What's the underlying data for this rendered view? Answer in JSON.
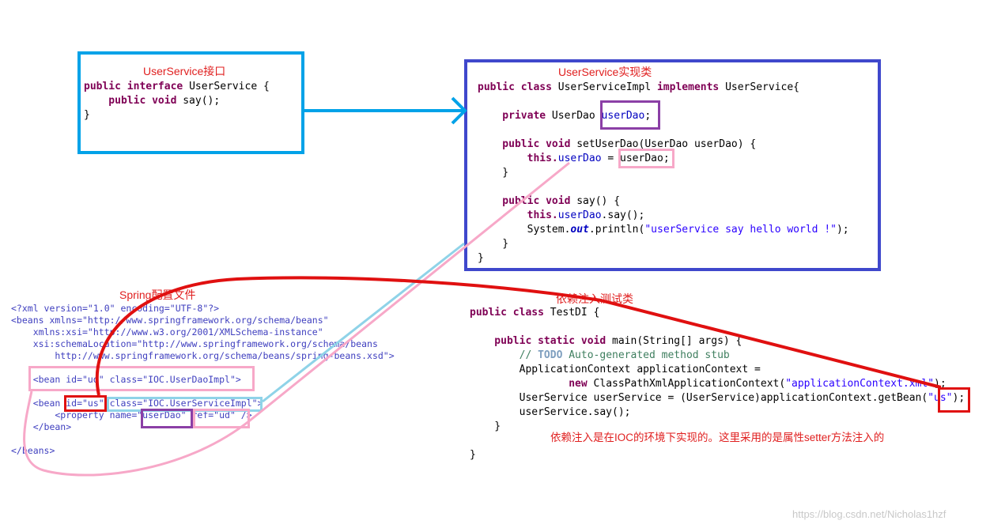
{
  "interface_box": {
    "caption": "UserService接口",
    "lines": [
      {
        "kw": "public interface ",
        "rest": "UserService {"
      },
      {
        "kw": "    public void ",
        "rest": "say();"
      },
      {
        "kw": "",
        "rest": "}"
      }
    ]
  },
  "impl_box": {
    "caption": "UserService实现类",
    "line1_kw1": "public class ",
    "line1_mid": "UserServiceImpl ",
    "line1_kw2": "implements ",
    "line1_rest": "UserService{",
    "field_kw": "    private ",
    "field_type": "UserDao ",
    "field_name": "userDao",
    "field_end": ";",
    "setter_kw": "    public void ",
    "setter_rest": "setUserDao(UserDao userDao) {",
    "assign_kw": "        this.",
    "assign_field": "userDao",
    "assign_rest": " = userDao;",
    "close1": "    }",
    "say_kw": "    public void ",
    "say_rest": "say() {",
    "call_kw": "        this.",
    "call_field": "userDao",
    "call_rest": ".say();",
    "print_pre": "        System.",
    "print_out": "out",
    "print_mid": ".println(",
    "print_str": "\"userService say hello world !\"",
    "print_end": ");",
    "close2": "    }",
    "close3": "}"
  },
  "xml_box": {
    "caption": "Spring配置文件",
    "decl": "<?xml version=\"1.0\" encoding=\"UTF-8\"?>",
    "beans_open": "<beans xmlns=\"http://www.springframework.org/schema/beans\"",
    "xsi": "    xmlns:xsi=\"http://www.w3.org/2001/XMLSchema-instance\"",
    "schema1": "    xsi:schemaLocation=\"http://www.springframework.org/schema/beans",
    "schema2": "        http://www.springframework.org/schema/beans/spring-beans.xsd\">",
    "bean_ud": "    <bean id=\"ud\" class=\"IOC.UserDaoImpl\">",
    "bean_us": "    <bean id=\"us\" class=\"IOC.UserServiceImpl\">",
    "property": "        <property name=\"userDao\" ref=\"ud\" />",
    "bean_close": "    </bean>",
    "beans_close": "</beans>"
  },
  "test_box": {
    "caption": "依赖注入测试类",
    "line1_kw": "public class ",
    "line1_rest": "TestDI {",
    "main_kw": "    public static void ",
    "main_rest": "main(String[] args) {",
    "comment_pre": "        // ",
    "comment_todo": "TODO",
    "comment_rest": " Auto-generated method stub",
    "ctx1": "        ApplicationContext applicationContext =",
    "ctx2_kw": "                new ",
    "ctx2_rest": "ClassPathXmlApplicationContext(",
    "ctx2_str": "\"applicationContext.xml\"",
    "ctx2_end": ");",
    "get_pre": "        UserService userService = (UserService)applicationContext.getBean(",
    "get_str": "\"us\"",
    "get_end": ");",
    "call": "        userService.say();",
    "close1": "    }",
    "close2": "}",
    "note": "依赖注入是在IOC的环境下实现的。这里采用的是属性setter方法注入的"
  },
  "watermark": "https://blog.csdn.net/Nicholas1hzf",
  "colors": {
    "light_blue": "#00a2e8",
    "dark_blue": "#3f48cc",
    "purple": "#8b3fa6",
    "pink": "#f7a8c8",
    "red": "#e01010",
    "cyan": "#8fd3e8"
  }
}
